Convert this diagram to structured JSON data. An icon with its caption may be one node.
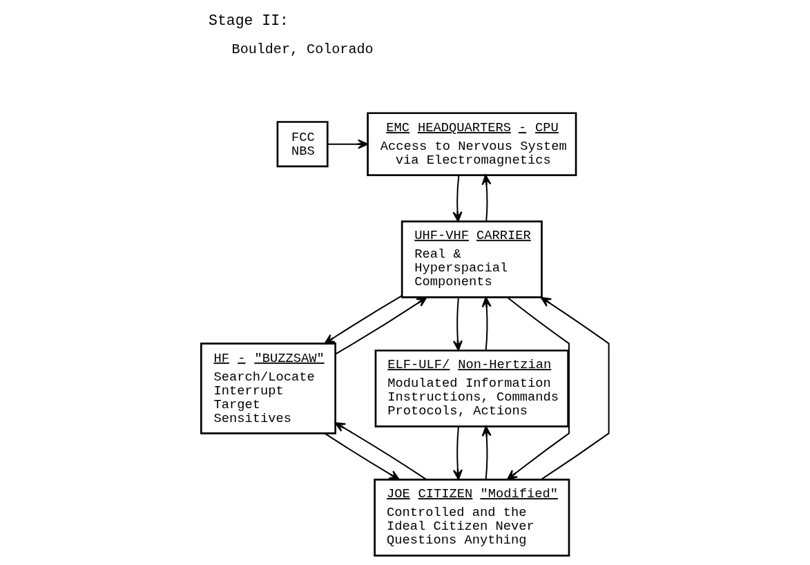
{
  "diagram": {
    "title": "Stage II:",
    "nodes": [
      {
        "text": [
          "FCC NBS"
        ]
      },
      {
        "text": [
          "EMC HEADQUARTERS - CPU",
          "Access to Nervous System via Electromagnetics"
        ]
      },
      {
        "text": [
          "UHF-VHF CARRIER",
          "Real & Hyperspacial Components"
        ]
      },
      {
        "text": [
          "HF - \"BUZZSAW\"",
          "Search/Locate Interrupt Target Sensitives"
        ]
      },
      {
        "text": [
          "ELF-ULF/ Non-Hertzian",
          "Modulated Information Instructions, Commands Protocols, Actions"
        ]
      },
      {
        "text": [
          "JOE CITIZEN \"Modified\"",
          "Controlled and the Ideal Citizen Never Questions Anything"
        ]
      }
    ],
    "edges": [
      {
        "from": 0,
        "to": 1,
        "arrow": "to"
      },
      {
        "from": 1,
        "to": 2,
        "arrow": "to"
      },
      {
        "from": 2,
        "to": 1,
        "arrow": "to"
      },
      {
        "from": 2,
        "to": 3,
        "arrow": "to"
      },
      {
        "from": 3,
        "to": 2,
        "arrow": "to"
      },
      {
        "from": 2,
        "to": 4,
        "arrow": "to"
      },
      {
        "from": 4,
        "to": 2,
        "arrow": "to"
      },
      {
        "from": 2,
        "to": 5,
        "arrow": "to"
      },
      {
        "from": 5,
        "to": 2,
        "arrow": "to"
      },
      {
        "from": 5,
        "to": 3,
        "arrow": "to"
      },
      {
        "from": 3,
        "to": 5,
        "arrow": "to"
      },
      {
        "from": 4,
        "to": 5,
        "arrow": "to"
      },
      {
        "from": 5,
        "to": 4,
        "arrow": "to"
      }
    ],
    "labels": [
      "Boulder, Colorado"
    ]
  }
}
